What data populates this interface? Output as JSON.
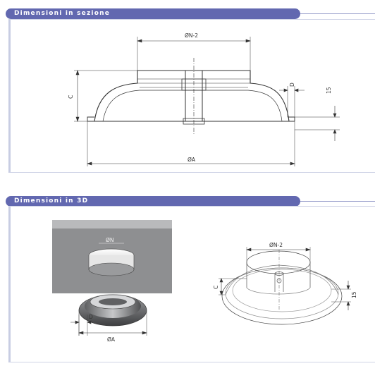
{
  "sections": [
    {
      "title": "Dimensioni in sezione"
    },
    {
      "title": "Dimensioni in 3D"
    }
  ],
  "section_view": {
    "labels": {
      "top_width": "ØN-2",
      "height": "C",
      "lip": "D",
      "lip_height": "15",
      "base_width": "ØA"
    }
  },
  "view_3d": {
    "labels": {
      "hole": "ØN",
      "lip": "D",
      "base_width": "ØA",
      "top_width": "ØN-2",
      "height": "C",
      "lip_height": "15"
    }
  },
  "colors": {
    "header": "#6268b0",
    "header_line": "#9aa0cc",
    "panel_border": "#cfd3e6",
    "line": "#333333",
    "plate": "#8e8f91",
    "plate_top": "#b9babc"
  }
}
